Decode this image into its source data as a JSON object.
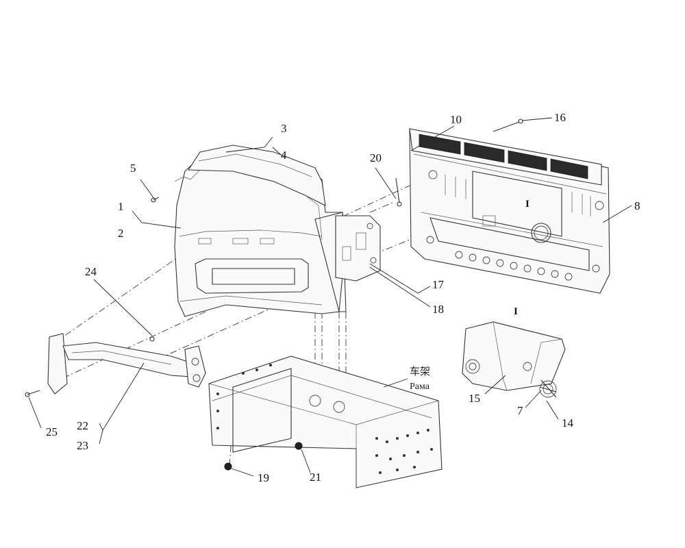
{
  "diagram": {
    "callouts": [
      "1",
      "2",
      "3",
      "4",
      "5",
      "7",
      "8",
      "10",
      "14",
      "15",
      "16",
      "17",
      "18",
      "19",
      "20",
      "21",
      "22",
      "23",
      "24",
      "25"
    ],
    "detail_marker": "I",
    "frame_label": {
      "zh": "车架",
      "ru": "Рама"
    }
  }
}
